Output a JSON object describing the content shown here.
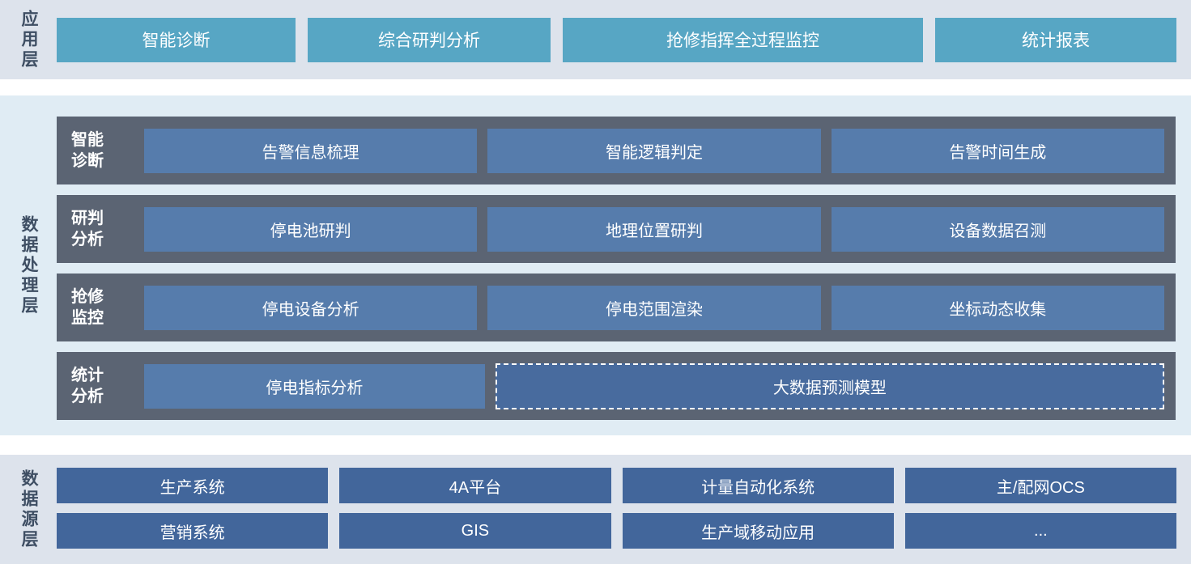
{
  "app_layer": {
    "title": "应用层",
    "items": [
      "智能诊断",
      "综合研判分析",
      "抢修指挥全过程监控",
      "统计报表"
    ]
  },
  "processing_layer": {
    "title": "数据处理层",
    "rows": [
      {
        "label1": "智能",
        "label2": "诊断",
        "boxes": [
          "告警信息梳理",
          "智能逻辑判定",
          "告警时间生成"
        ]
      },
      {
        "label1": "研判",
        "label2": "分析",
        "boxes": [
          "停电池研判",
          "地理位置研判",
          "设备数据召测"
        ]
      },
      {
        "label1": "抢修",
        "label2": "监控",
        "boxes": [
          "停电设备分析",
          "停电范围渲染",
          "坐标动态收集"
        ]
      },
      {
        "label1": "统计",
        "label2": "分析",
        "boxes": [
          "停电指标分析",
          "大数据预测模型"
        ]
      }
    ]
  },
  "source_layer": {
    "title": "数据源层",
    "items": [
      "生产系统",
      "4A平台",
      "计量自动化系统",
      "主/配网OCS",
      "营销系统",
      "GIS",
      "生产域移动应用",
      "..."
    ]
  },
  "colors": {
    "band_bg": "#dde3ec",
    "proc_bg": "#e0ecf4",
    "teal": "#57a6c4",
    "slate": "#5b6473",
    "box_blue": "#567cac",
    "dashed_blue": "#486b9e",
    "src_blue": "#42669b",
    "label_text": "#3e4e63"
  }
}
